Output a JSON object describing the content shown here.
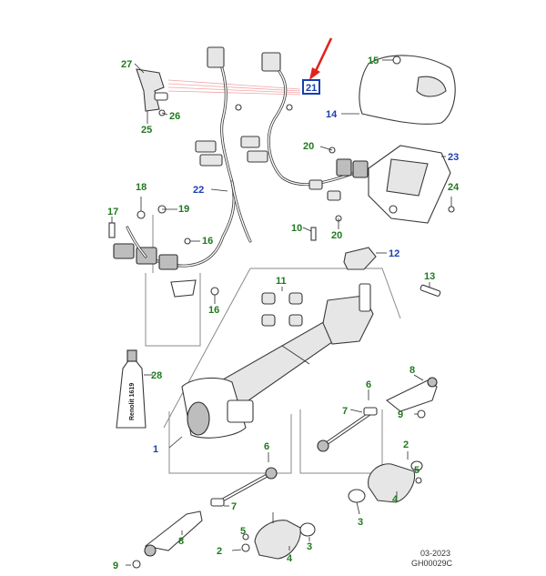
{
  "colors": {
    "callout_green": "#1f7a1f",
    "callout_blue": "#1a3fb0",
    "highlight_box": "#1a3fb0",
    "pointer_arrow": "#e0231b"
  },
  "callouts": {
    "c1": "1",
    "c2a": "2",
    "c2b": "2",
    "c3a": "3",
    "c3b": "3",
    "c4a": "4",
    "c4b": "4",
    "c5a": "5",
    "c5b": "5",
    "c6a": "6",
    "c6b": "6",
    "c7a": "7",
    "c7b": "7",
    "c8a": "8",
    "c8b": "8",
    "c9a": "9",
    "c9b": "9",
    "c10": "10",
    "c11": "11",
    "c12": "12",
    "c13": "13",
    "c14": "14",
    "c15": "15",
    "c16a": "16",
    "c16b": "16",
    "c17": "17",
    "c18": "18",
    "c19": "19",
    "c20a": "20",
    "c20b": "20",
    "c21": "21",
    "c22": "22",
    "c23": "23",
    "c24": "24",
    "c25": "25",
    "c26": "26",
    "c27": "27",
    "c28": "28"
  },
  "tube_label": "Renolit 1619",
  "footer": {
    "date": "03-2023",
    "code": "GH00029C"
  }
}
